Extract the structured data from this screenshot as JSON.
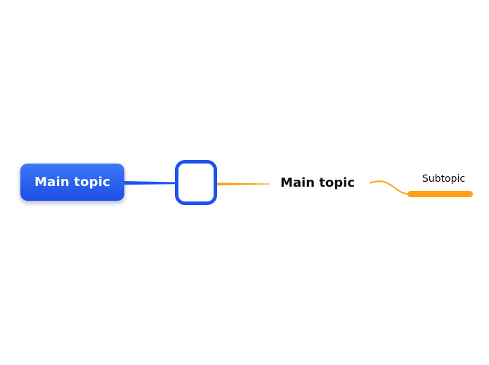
{
  "canvas": {
    "background": "#ffffff"
  },
  "mindmap": {
    "root_node": {
      "label": "Main topic",
      "text_color": "#ffffff",
      "fill_top": "#3E79F8",
      "fill_bottom": "#1D4DE6"
    },
    "center_node": {
      "label": "",
      "border_color": "#1D53EA",
      "fill": "#ffffff"
    },
    "floating_topic": {
      "label": "Main topic",
      "text_color": "#0d0d0d"
    },
    "subtopic": {
      "label": "Subtopic",
      "text_color": "#0d0d0d",
      "underline_color": "#FFA012"
    },
    "connectors": {
      "blue_color": "#1D53EA",
      "orange_color": "#FFA012"
    }
  }
}
